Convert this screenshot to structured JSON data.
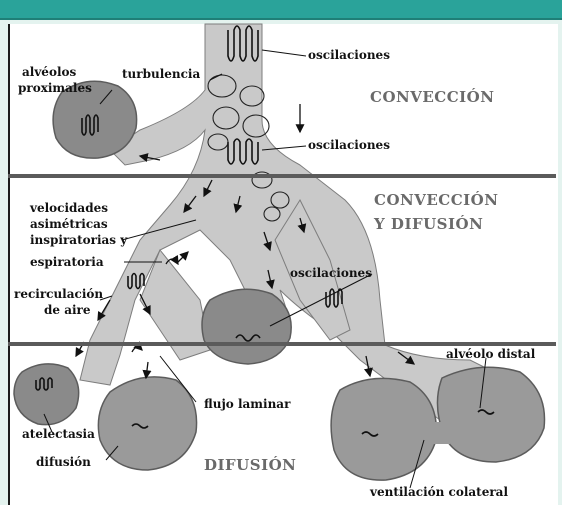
{
  "colors": {
    "topbar": "#2aa39a",
    "background": "#e4f3ef",
    "airway": "#c9c9c9",
    "alveolus": "#8a8a8a",
    "separator": "#5b5b5b"
  },
  "zones": {
    "convection": "CONVECCIÓN",
    "convection_diffusion_line1": "CONVECCIÓN",
    "convection_diffusion_line2": "Y DIFUSIÓN",
    "diffusion": "DIFUSIÓN"
  },
  "labels": {
    "oscillations_top": "oscilaciones",
    "turbulence": "turbulencia",
    "proximal_alveoli_line1": "alvéolos",
    "proximal_alveoli_line2": "proximales",
    "oscillations_mid": "oscilaciones",
    "asym_velocities_line1": "velocidades",
    "asym_velocities_line2": "asimétricas",
    "asym_velocities_line3": "inspiratorias y",
    "asym_velocities_line4": "espiratoria",
    "oscillations_right": "oscilaciones",
    "recirculation_line1": "recirculación",
    "recirculation_line2": "de aire",
    "distal_alveolus": "alvéolo distal",
    "atelectasis": "atelectasia",
    "laminar_flow": "flujo laminar",
    "diffusion": "difusión",
    "collateral_ventilation": "ventilación colateral"
  }
}
